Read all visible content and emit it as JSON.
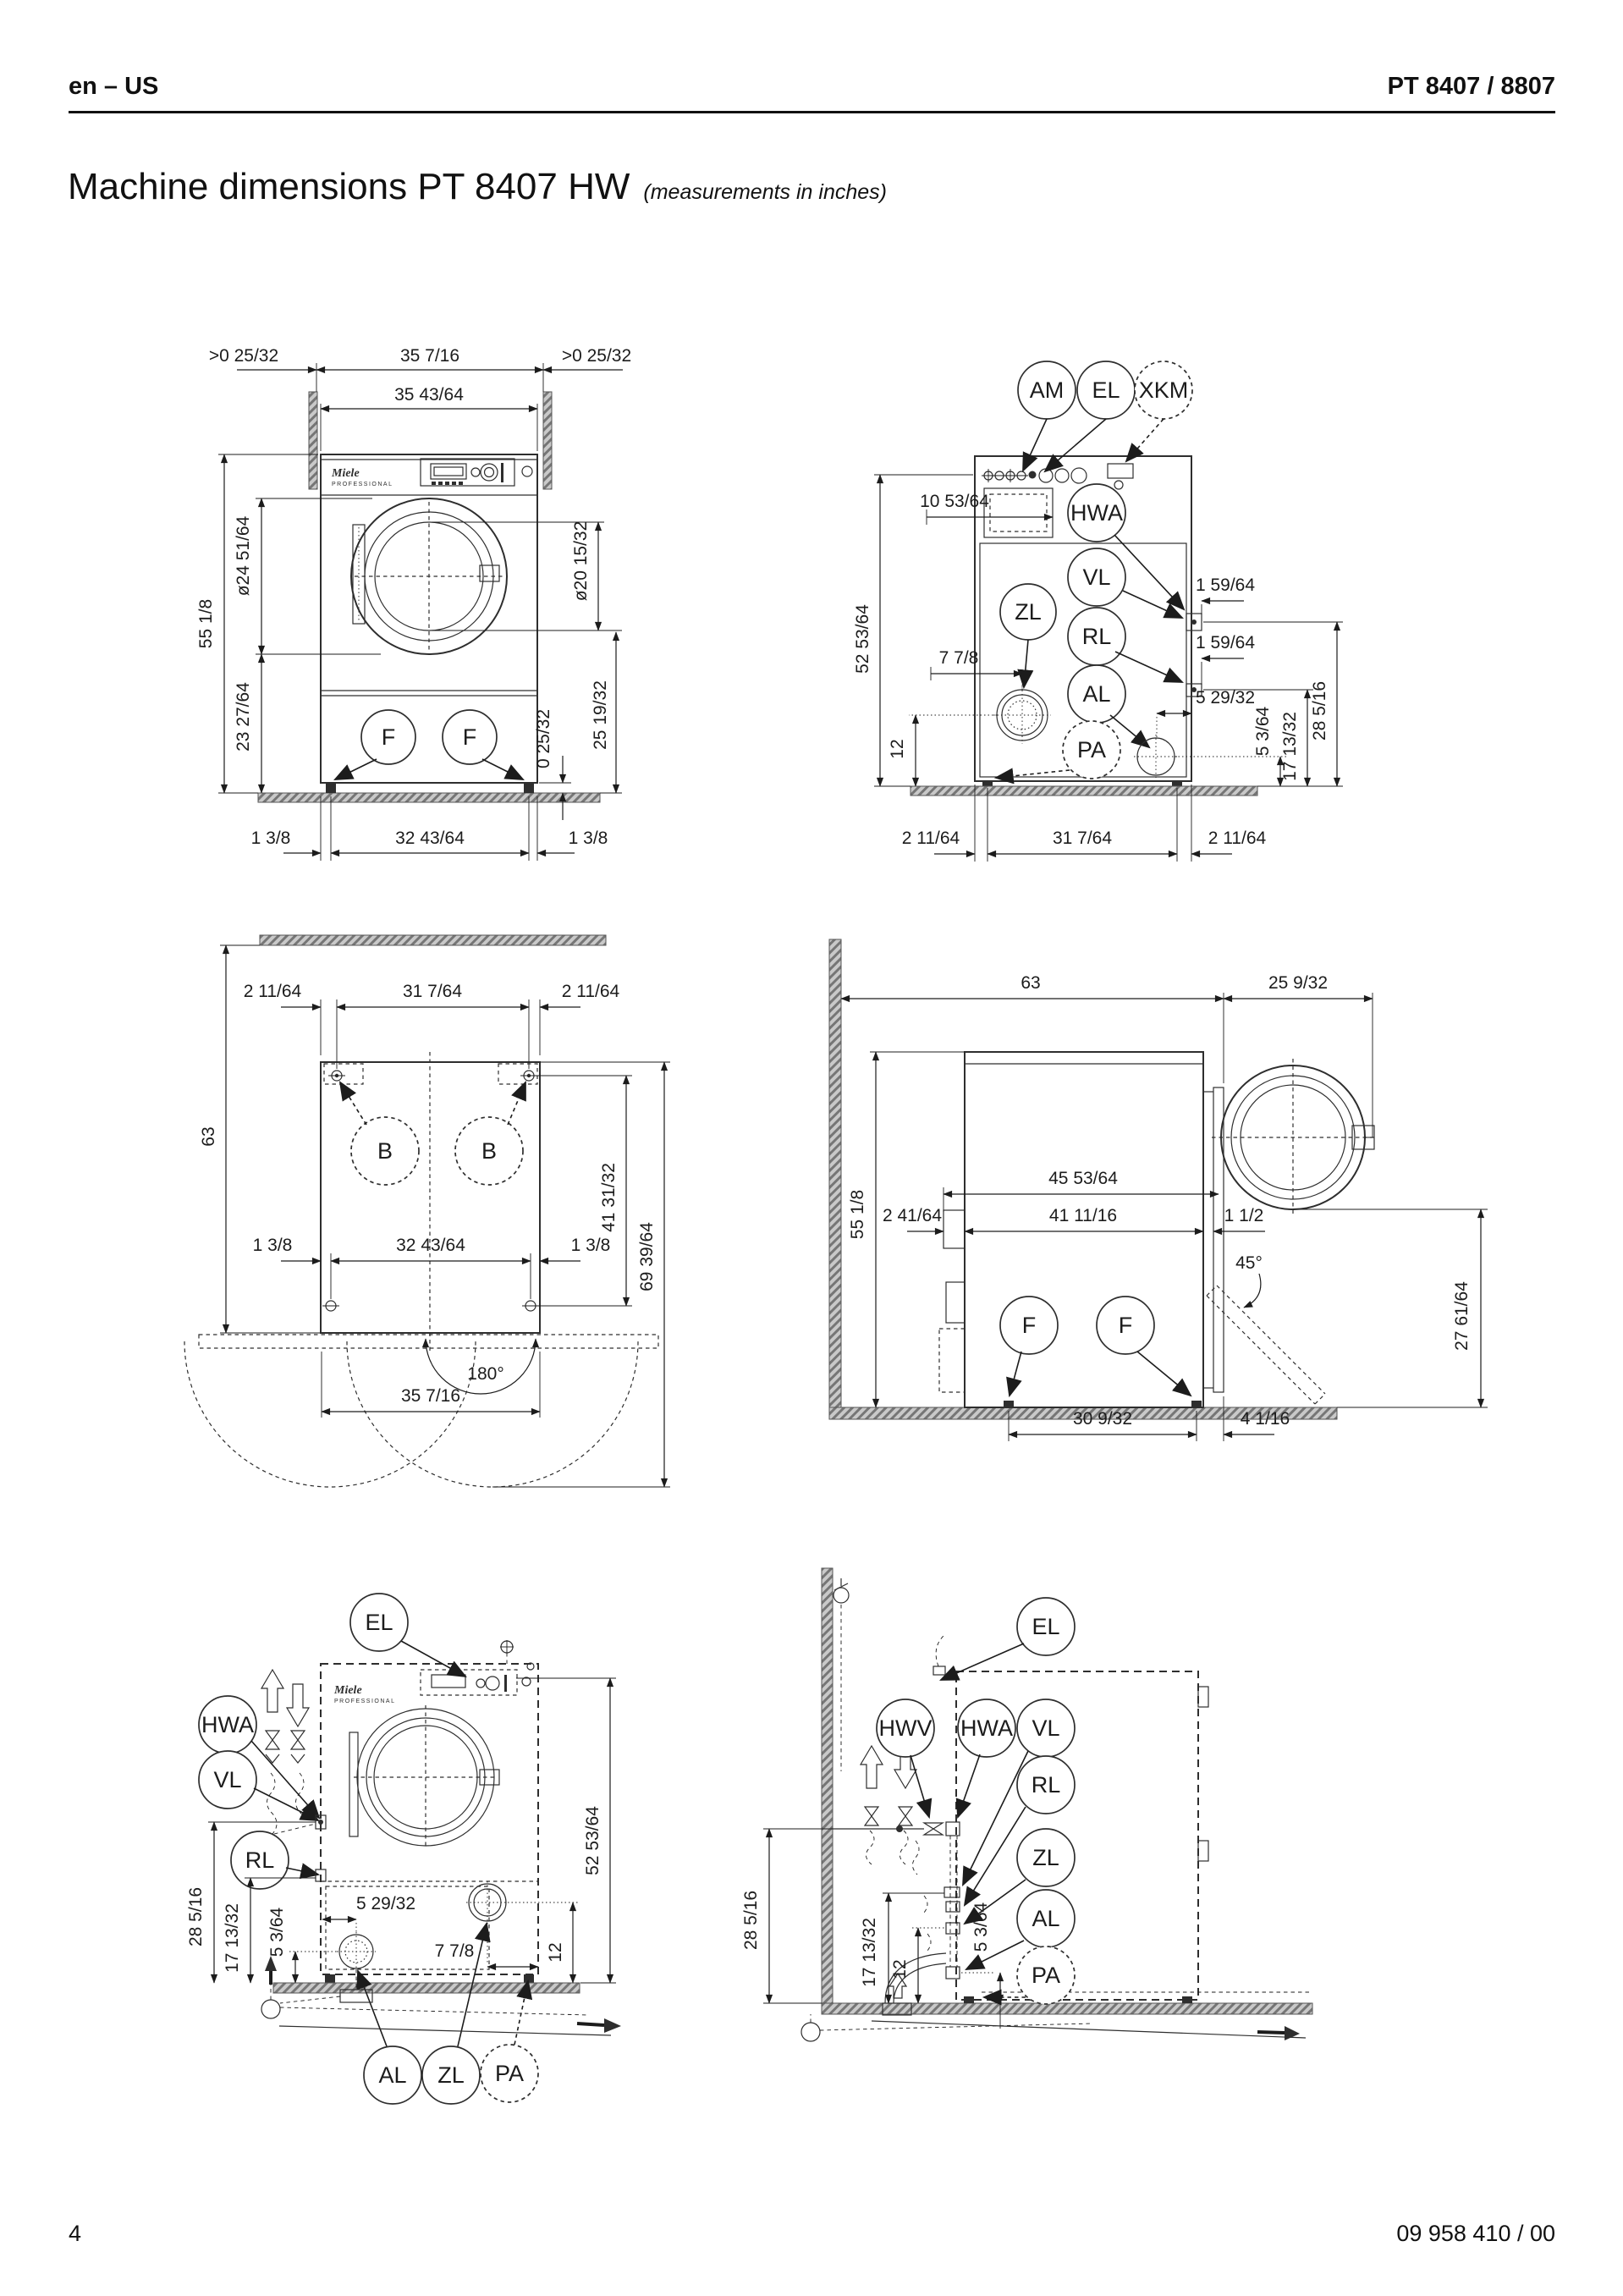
{
  "header": {
    "doc_lang": "en – US",
    "doc_model": "PT 8407 / 8807"
  },
  "title": {
    "main": "Machine dimensions PT 8407 HW",
    "sub": "(measurements in inches)"
  },
  "footer": {
    "page_number": "4",
    "doc_number": "09 958 410 / 00"
  },
  "brand": {
    "logo_line1": "Miele",
    "logo_line2": "PROFESSIONAL"
  },
  "views": {
    "front": {
      "gap_left": ">0 25/32",
      "width_outer": "35 7/16",
      "gap_right": ">0 25/32",
      "width_inner": "35 43/64",
      "height_total": "55 1/8",
      "drum_dia": "ø24 51/64",
      "lower_height": "23 27/64",
      "door_dia": "ø20 15/32",
      "door_height": "25 19/32",
      "foot_height": "0 25/32",
      "foot_inset_left": "1 3/8",
      "foot_span": "32 43/64",
      "foot_inset_right": "1 3/8",
      "foot_label": "F"
    },
    "rear": {
      "labels": {
        "am": "AM",
        "el": "EL",
        "xkm": "XKM",
        "hwa": "HWA",
        "vl": "VL",
        "zl": "ZL",
        "rl": "RL",
        "al": "AL",
        "pa": "PA"
      },
      "dims": {
        "el_offset": "10 53/64",
        "height": "52 53/64",
        "zl_offset": "7 7/8",
        "zl_height": "12",
        "vl_offset": "1 59/64",
        "rl_offset": "1 59/64",
        "al_offset": "5 29/32",
        "al_height": "5 3/64",
        "rl_height": "17 13/32",
        "vl_height": "28 5/16",
        "foot_inset_left": "2 11/64",
        "foot_span": "31 7/64",
        "foot_inset_right": "2 11/64"
      }
    },
    "top": {
      "labels": {
        "b": "B"
      },
      "dims": {
        "anchor_inset_left": "2 11/64",
        "anchor_span": "31 7/64",
        "anchor_inset_right": "2 11/64",
        "depth_total": "63",
        "anchor_depth": "41 31/32",
        "swing_depth": "69 39/64",
        "foot_inset_left": "1 3/8",
        "foot_span": "32 43/64",
        "foot_inset_right": "1 3/8",
        "door_width": "35 7/16",
        "door_swing": "180°"
      }
    },
    "side": {
      "labels": {
        "f": "F"
      },
      "dims": {
        "depth": "63",
        "door_proj": "25 9/32",
        "height": "55 1/8",
        "rear_proj": "2 41/64",
        "depth_upper": "45 53/64",
        "depth_mid": "41 11/16",
        "front_gap": "1 1/2",
        "door_angle": "45°",
        "door_bottom": "27 61/64",
        "foot_span": "30 9/32",
        "foot_front": "4 1/16"
      }
    },
    "conn_front": {
      "labels": {
        "el": "EL",
        "hwa": "HWA",
        "vl": "VL",
        "rl": "RL",
        "al": "AL",
        "zl": "ZL",
        "pa": "PA"
      },
      "dims": {
        "height": "52 53/64",
        "hwa_height": "28 5/16",
        "rl_height": "17 13/32",
        "al_height": "5 3/64",
        "al_offset": "5 29/32",
        "zl_offset": "7 7/8",
        "zl_height": "12"
      }
    },
    "conn_side": {
      "labels": {
        "el": "EL",
        "hwv": "HWV",
        "hwa": "HWA",
        "vl": "VL",
        "rl": "RL",
        "zl": "ZL",
        "al": "AL",
        "pa": "PA"
      },
      "dims": {
        "hwa_height": "28 5/16",
        "rl_height": "17 13/32",
        "zl_height": "12",
        "al_height": "5 3/64"
      }
    }
  }
}
